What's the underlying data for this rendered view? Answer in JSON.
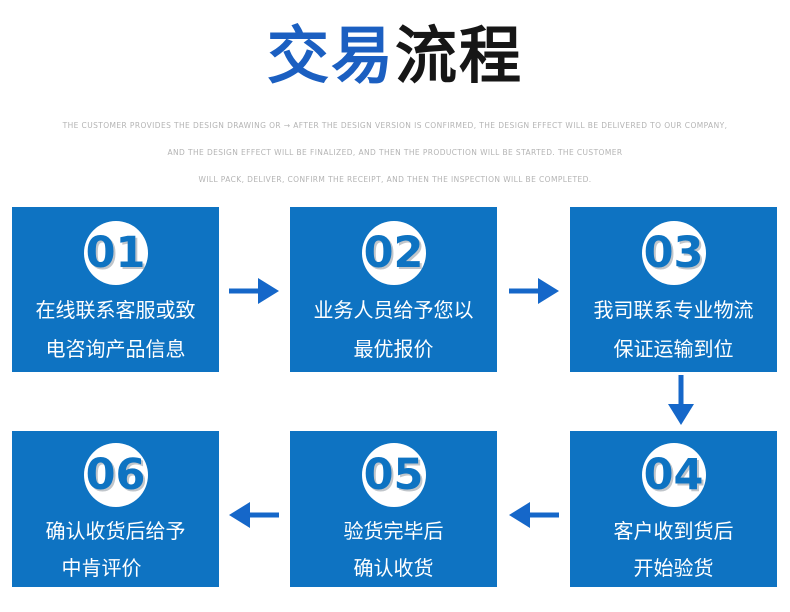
{
  "title": {
    "blue_part": "交易",
    "dark_part": "流程"
  },
  "subtitle": {
    "line1": "THE CUSTOMER PROVIDES THE DESIGN DRAWING OR → AFTER THE DESIGN VERSION IS CONFIRMED, THE DESIGN EFFECT WILL BE DELIVERED TO OUR COMPANY,",
    "line2": "AND THE DESIGN EFFECT WILL BE FINALIZED, AND THEN THE PRODUCTION WILL BE STARTED. THE CUSTOMER",
    "line3": "WILL PACK, DELIVER, CONFIRM THE RECEIPT, AND THEN THE INSPECTION WILL BE COMPLETED."
  },
  "steps": [
    {
      "number": "01",
      "line1": "在线联系客服或致",
      "line2": "电咨询产品信息"
    },
    {
      "number": "02",
      "line1": "业务人员给予您以",
      "line2": "最优报价"
    },
    {
      "number": "03",
      "line1": "我司联系专业物流",
      "line2": "保证运输到位"
    },
    {
      "number": "04",
      "line1": "客户收到货后",
      "line2": "开始验货"
    },
    {
      "number": "05",
      "line1": "验货完毕后",
      "line2": "确认收货"
    },
    {
      "number": "06",
      "line1": "确认收货后给予",
      "line2": "中肯评价"
    }
  ],
  "icons": {
    "arrow_right": "→",
    "arrow_left": "←",
    "arrow_down": "↓"
  },
  "colors": {
    "box_blue": "#0e73c2",
    "title_blue": "#1b5fc1",
    "title_dark": "#161616",
    "arrow_blue": "#1567c9",
    "subtitle_gray": "#b4b4b4",
    "number_blue": "#0e73c2"
  }
}
